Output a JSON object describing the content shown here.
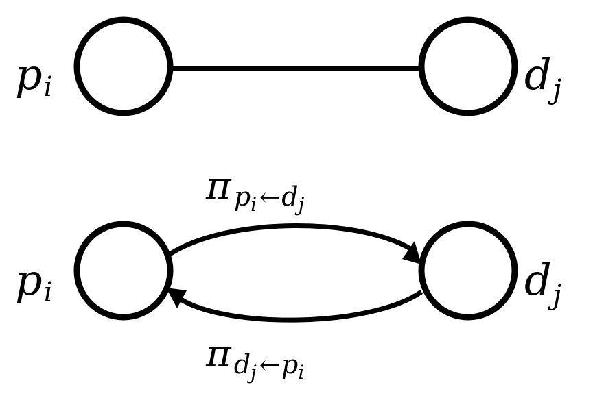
{
  "top_graph": {
    "left_node": {
      "base": "p",
      "sub": "i"
    },
    "right_node": {
      "base": "d",
      "sub": "j"
    }
  },
  "bottom_graph": {
    "left_node": {
      "base": "p",
      "sub": "i"
    },
    "right_node": {
      "base": "d",
      "sub": "j"
    },
    "upper_message": {
      "symbol": "π",
      "from_base": "p",
      "from_sub": "i",
      "arrow": "←",
      "to_base": "d",
      "to_sub": "j"
    },
    "lower_message": {
      "symbol": "π",
      "from_base": "d",
      "from_sub": "j",
      "arrow": "←",
      "to_base": "p",
      "to_sub": "i"
    }
  }
}
